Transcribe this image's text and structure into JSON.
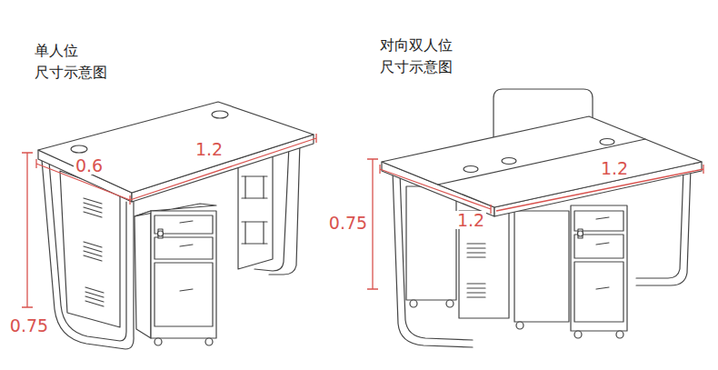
{
  "diagram": {
    "labels": [
      "单人位 尺寸示意图",
      "0.6",
      "1.2",
      "0.75",
      "对向双人位 尺寸示意图",
      "0.75",
      "1.2",
      "1.2"
    ]
  }
}
